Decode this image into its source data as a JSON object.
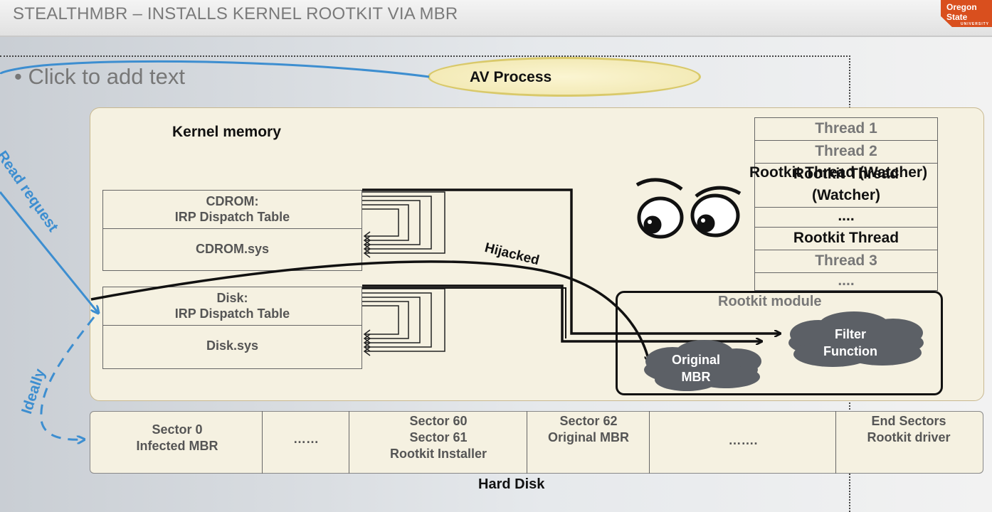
{
  "header": {
    "title": "STEALTHMBR – INSTALLS KERNEL ROOTKIT VIA MBR",
    "logo_text": "Oregon State",
    "logo_sub": "UNIVERSITY"
  },
  "slide": {
    "bullet_placeholder": "• Click to add text"
  },
  "diagram": {
    "av_process": "AV Process",
    "read_request": "Read request",
    "ideally": "Ideally",
    "kernel_memory": "Kernel memory",
    "cdrom_table_line1": "CDROM:",
    "cdrom_table_line2": "IRP Dispatch Table",
    "cdrom_sys": "CDROM.sys",
    "disk_table_line1": "Disk:",
    "disk_table_line2": "IRP Dispatch Table",
    "disk_sys": "Disk.sys",
    "hijacked": "Hijacked",
    "threads": {
      "thread1": "Thread 1",
      "thread2": "Thread 2",
      "watcher_overlay": "Rootkit Thread (Watcher)",
      "watcher_line1": "Rootkit Thread",
      "watcher_line2": "(Watcher)",
      "dots1": "....",
      "rootkit_thread": "Rootkit Thread",
      "thread3": "Thread 3",
      "dots2": "...."
    },
    "rootkit_module": "Rootkit  module",
    "original_mbr_line1": "Original",
    "original_mbr_line2": "MBR",
    "filter_line1": "Filter",
    "filter_line2": "Function",
    "disk_sectors": {
      "s0_line1": "Sector 0",
      "s0_line2": "Infected MBR",
      "dots_a": "……",
      "s60_line1": "Sector 60",
      "s60_line2": "Sector 61",
      "s60_line3": "Rootkit Installer",
      "s62_line1": "Sector 62",
      "s62_line2": "Original MBR",
      "dots_b": "…….",
      "end_line1": "End Sectors",
      "end_line2": "Rootkit driver"
    },
    "hard_disk": "Hard Disk"
  },
  "colors": {
    "blue_arrow": "#3d8ed0",
    "cloud": "#5c6066",
    "av_border": "#d9c96a"
  }
}
